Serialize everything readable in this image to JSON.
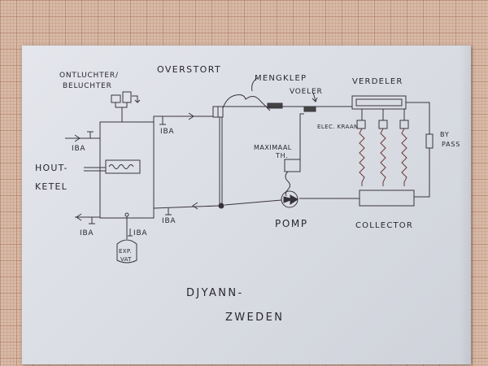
{
  "labels": {
    "ontluchter": "ONTLUCHTER/",
    "beluchter": "BELUCHTER",
    "overstort": "OVERSTORT",
    "mengklep": "MENGKLEP",
    "voeler": "VOELER",
    "verdeler": "VERDELER",
    "iba_top": "IBA",
    "iba_left": "IBA",
    "hout": "HOUT-",
    "ketel": "KETEL",
    "elec_kraan": "ELEC. KRAAN",
    "maximaal": "MAXIMAAL",
    "th": "TH.",
    "by": "BY",
    "pass": "PASS",
    "iba_bottom_left": "IBA",
    "iba_bottom_mid": "IBA",
    "iba_exp": "IBA",
    "exp": "EXP.",
    "vat": "VAT",
    "pomp": "POMP",
    "collector": "COLLECTOR",
    "djyann": "DJYANN-",
    "zweden": "ZWEDEN"
  },
  "colors": {
    "ink": "#2a2630",
    "paper": "#dde0e6",
    "graph_paper": "#d7b9a6"
  }
}
